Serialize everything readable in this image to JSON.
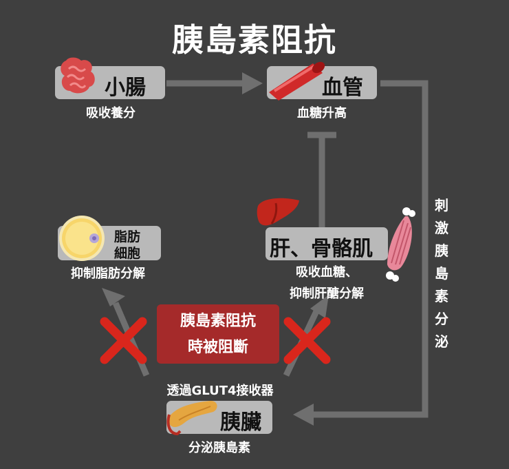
{
  "title": "胰島素阻抗",
  "nodes": {
    "intestine": {
      "label": "小腸",
      "caption": "吸收養分",
      "icon": "intestine-icon"
    },
    "vessel": {
      "label": "血管",
      "caption": "血糖升高",
      "icon": "blood-vessel-icon"
    },
    "liver_muscle": {
      "label": "肝、骨骼肌",
      "caption_line1": "吸收血糖、",
      "caption_line2": "抑制肝醣分解",
      "icons": [
        "liver-icon",
        "muscle-icon"
      ]
    },
    "fat": {
      "label_line1": "脂肪",
      "label_line2": "細胞",
      "caption": "抑制脂肪分解",
      "icon": "fat-cell-icon"
    },
    "pancreas": {
      "label": "胰臟",
      "caption": "分泌胰島素",
      "icon": "pancreas-icon"
    }
  },
  "right_arrow_label": [
    "刺",
    "激",
    "胰",
    "島",
    "素",
    "分",
    "泌"
  ],
  "blocked_box": {
    "line1": "胰島素阻抗",
    "line2": "時被阻斷"
  },
  "glut_label": "透過GLUT4接收器",
  "colors": {
    "background": "#3f3f3f",
    "box": "#b9b9b9",
    "arrow": "#6f6f6f",
    "blocked": "#a52a2a",
    "cross": "#d9261c"
  }
}
